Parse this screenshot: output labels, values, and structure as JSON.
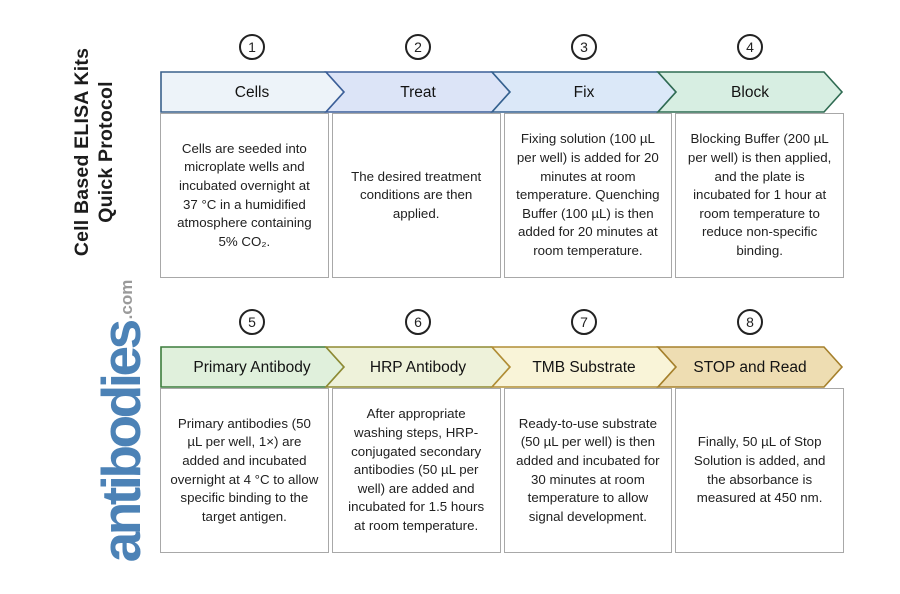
{
  "branding": {
    "vertical_title_line1": "Cell Based ELISA Kits",
    "vertical_title_line2": "Quick Protocol",
    "logo_text": "antibodies",
    "logo_suffix": ".com",
    "logo_color": "#4c82b6",
    "logo_suffix_color": "#9a9a9a"
  },
  "steps": [
    {
      "number": "1",
      "label": "Cells",
      "fill": "#edf3f9",
      "border": "#3a618c",
      "description": "Cells are seeded into microplate wells and incubated overnight at 37 °C in a humidified atmosphere containing 5% CO₂."
    },
    {
      "number": "2",
      "label": "Treat",
      "fill": "#dce4f7",
      "border": "#3c5f99",
      "description": "The desired treatment conditions are then applied."
    },
    {
      "number": "3",
      "label": "Fix",
      "fill": "#dbe8f8",
      "border": "#35618f",
      "description": "Fixing solution (100 µL per well) is added for 20 minutes at room temperature. Quenching Buffer (100 µL) is then added for 20 minutes at room temperature."
    },
    {
      "number": "4",
      "label": "Block",
      "fill": "#d7eee2",
      "border": "#2f6b52",
      "description": "Blocking Buffer (200 µL per well) is then applied, and the plate is incubated for 1 hour at room temperature to reduce non-specific binding."
    },
    {
      "number": "5",
      "label": "Primary Antibody",
      "fill": "#e0f0dc",
      "border": "#3c7c3c",
      "description": "Primary antibodies (50 µL per well, 1×) are added and incubated overnight at 4 °C to allow specific binding to the target antigen."
    },
    {
      "number": "6",
      "label": "HRP Antibody",
      "fill": "#eef2da",
      "border": "#8f8a33",
      "description": "After appropriate washing steps, HRP-conjugated secondary antibodies (50 µL per well) are added and incubated for 1.5 hours at room temperature."
    },
    {
      "number": "7",
      "label": "TMB Substrate",
      "fill": "#f9f4d8",
      "border": "#b18d35",
      "description": "Ready-to-use substrate (50 µL per well) is then added and incubated for 30 minutes at room temperature to allow signal development."
    },
    {
      "number": "8",
      "label": "STOP and Read",
      "fill": "#eeddb2",
      "border": "#a5802c",
      "description": "Finally, 50 µL of Stop Solution is added, and the absorbance is measured at 450 nm."
    }
  ]
}
